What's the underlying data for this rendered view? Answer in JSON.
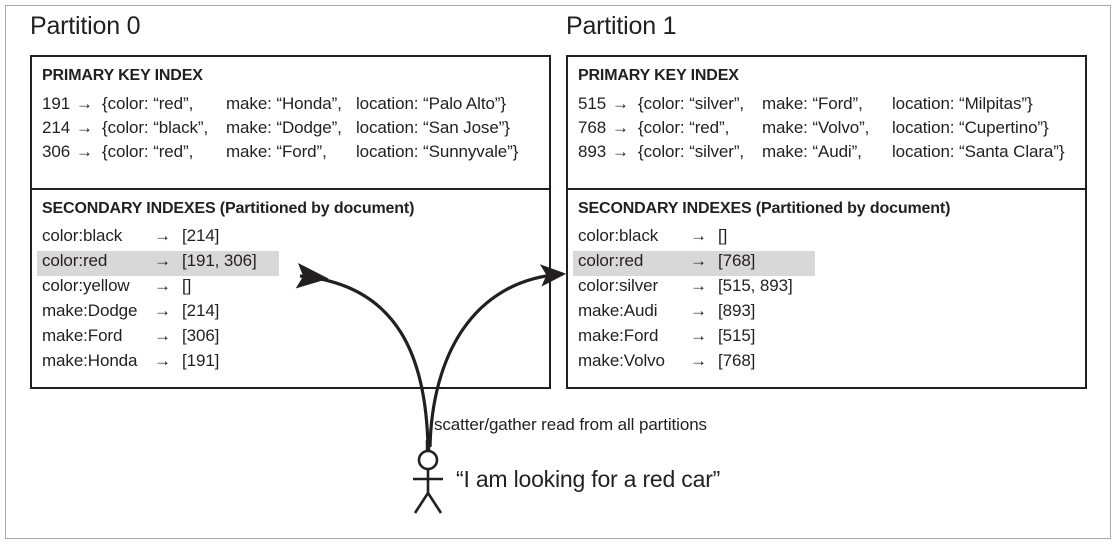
{
  "figure": {
    "partitions": [
      {
        "title": "Partition 0",
        "primary_index": {
          "heading": "PRIMARY KEY INDEX",
          "arrow": "→",
          "rows": [
            {
              "key": "191",
              "brace_open": "{color:",
              "color": "“red”,",
              "make_label": "make:",
              "make": "“Honda”,",
              "loc_label": "location:",
              "location": "“Palo Alto”}"
            },
            {
              "key": "214",
              "brace_open": "{color:",
              "color": "“black”,",
              "make_label": "make:",
              "make": "“Dodge”,",
              "loc_label": "location:",
              "location": "“San Jose”}"
            },
            {
              "key": "306",
              "brace_open": "{color:",
              "color": "“red”,",
              "make_label": "make:",
              "make": "“Ford”,",
              "loc_label": "location:",
              "location": "“Sunnyvale”}"
            }
          ]
        },
        "secondary_index": {
          "heading": "SECONDARY INDEXES (Partitioned by document)",
          "arrow": "→",
          "rows": [
            {
              "term": "color:black",
              "postings": "[214]",
              "highlighted": false
            },
            {
              "term": "color:red",
              "postings": "[191, 306]",
              "highlighted": true
            },
            {
              "term": "color:yellow",
              "postings": "[]",
              "highlighted": false
            },
            {
              "term": "make:Dodge",
              "postings": "[214]",
              "highlighted": false
            },
            {
              "term": "make:Ford",
              "postings": "[306]",
              "highlighted": false
            },
            {
              "term": "make:Honda",
              "postings": "[191]",
              "highlighted": false
            }
          ]
        }
      },
      {
        "title": "Partition 1",
        "primary_index": {
          "heading": "PRIMARY KEY INDEX",
          "arrow": "→",
          "rows": [
            {
              "key": "515",
              "brace_open": "{color:",
              "color": "“silver”,",
              "make_label": "make:",
              "make": "“Ford”,",
              "loc_label": "location:",
              "location": "“Milpitas”}"
            },
            {
              "key": "768",
              "brace_open": "{color:",
              "color": "“red”,",
              "make_label": "make:",
              "make": "“Volvo”,",
              "loc_label": "location:",
              "location": "“Cupertino”}"
            },
            {
              "key": "893",
              "brace_open": "{color:",
              "color": "“silver”,",
              "make_label": "make:",
              "make": "“Audi”,",
              "loc_label": "location:",
              "location": "“Santa Clara”}"
            }
          ]
        },
        "secondary_index": {
          "heading": "SECONDARY INDEXES (Partitioned by document)",
          "arrow": "→",
          "rows": [
            {
              "term": "color:black",
              "postings": "[]",
              "highlighted": false
            },
            {
              "term": "color:red",
              "postings": "[768]",
              "highlighted": true
            },
            {
              "term": "color:silver",
              "postings": "[515, 893]",
              "highlighted": false
            },
            {
              "term": "make:Audi",
              "postings": "[893]",
              "highlighted": false
            },
            {
              "term": "make:Ford",
              "postings": "[515]",
              "highlighted": false
            },
            {
              "term": "make:Volvo",
              "postings": "[768]",
              "highlighted": false
            }
          ]
        }
      }
    ],
    "annotations": {
      "scatter_gather_label": "scatter/gather read from all partitions",
      "user_quote": "“I am looking for a red car”"
    },
    "colors": {
      "ink": "#231f20",
      "highlight": "#d8d8d8",
      "frame": "#a8a8a8",
      "box_border": "#231f20"
    }
  }
}
